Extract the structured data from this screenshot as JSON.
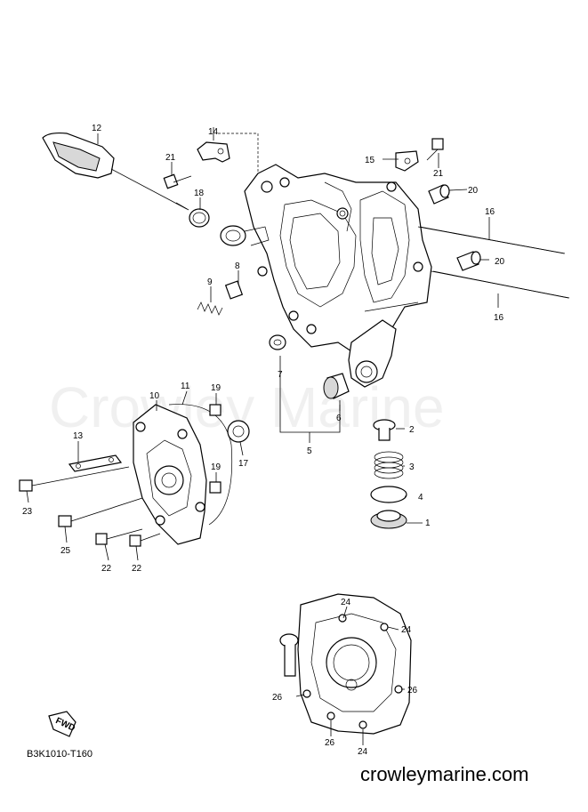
{
  "diagram_code": "B3K1010-T160",
  "website": "crowleymarine.com",
  "watermark": "Crowley Marine",
  "fwd_label": "FWD",
  "callouts": {
    "c1": "1",
    "c2": "2",
    "c3": "3",
    "c4": "4",
    "c5": "5",
    "c6": "6",
    "c7": "7",
    "c8": "8",
    "c9": "9",
    "c10": "10",
    "c11": "11",
    "c12": "12",
    "c13": "13",
    "c14": "14",
    "c15": "15",
    "c16a": "16",
    "c16b": "16",
    "c17": "17",
    "c18": "18",
    "c19a": "19",
    "c19b": "19",
    "c20a": "20",
    "c20b": "20",
    "c21a": "21",
    "c21b": "21",
    "c22a": "22",
    "c22b": "22",
    "c23": "23",
    "c24a": "24",
    "c24b": "24",
    "c24c": "24",
    "c25": "25",
    "c26a": "26",
    "c26b": "26",
    "c26c": "26"
  }
}
